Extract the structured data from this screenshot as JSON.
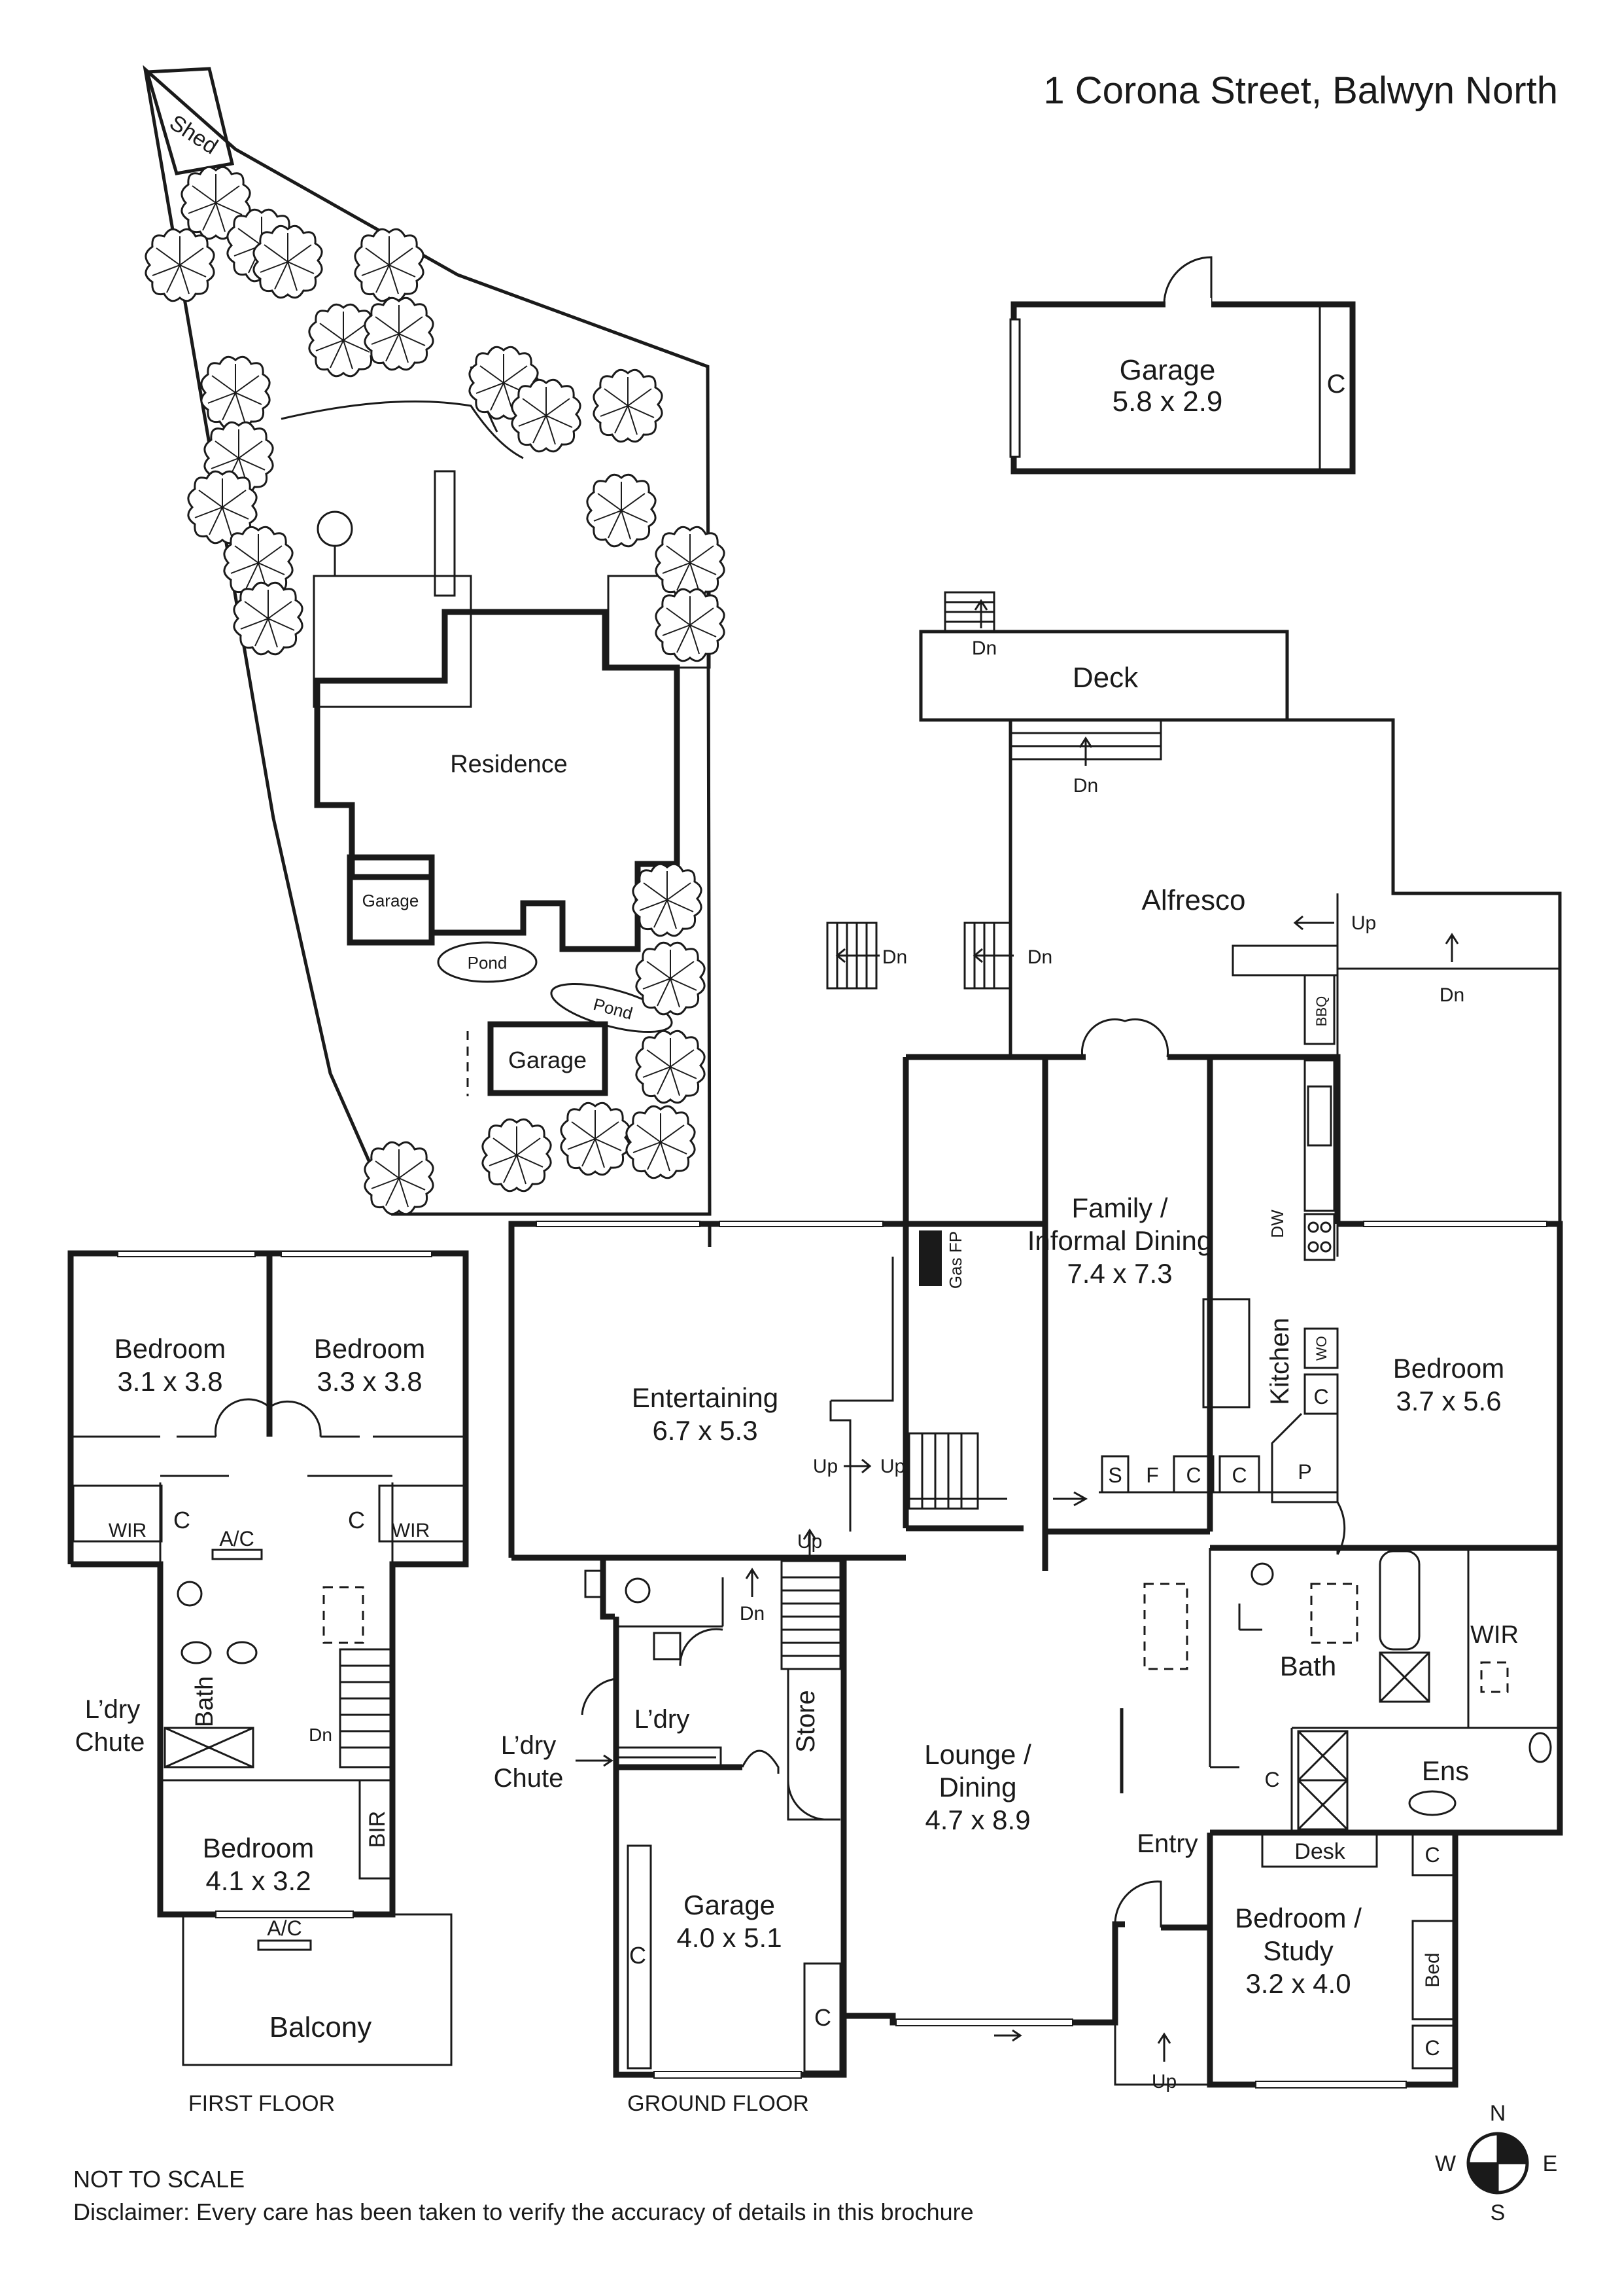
{
  "header": {
    "address": "1 Corona Street, Balwyn North"
  },
  "site_plan": {
    "shed": "Shed",
    "residence": "Residence",
    "garage_small": "Garage",
    "garage_front": "Garage",
    "pond_1": "Pond",
    "pond_2": "Pond"
  },
  "detached_garage": {
    "name": "Garage",
    "size": "5.8 x 2.9",
    "cupboard": "C"
  },
  "first_floor": {
    "caption": "FIRST FLOOR",
    "bedroom_1": {
      "name": "Bedroom",
      "size": "3.1 x 3.8"
    },
    "bedroom_2": {
      "name": "Bedroom",
      "size": "3.3 x 3.8"
    },
    "bedroom_3": {
      "name": "Bedroom",
      "size": "4.1 x 3.2"
    },
    "wir_left": "WIR",
    "wir_right": "WIR",
    "c_left": "C",
    "c_right": "C",
    "ac_top": "A/C",
    "ac_bottom": "A/C",
    "bath": "Bath",
    "bir": "BIR",
    "dn": "Dn",
    "laundry_chute_1": "L’dry",
    "laundry_chute_2": "Chute",
    "balcony": "Balcony"
  },
  "ground_floor": {
    "caption": "GROUND FLOOR",
    "deck": "Deck",
    "alfresco": "Alfresco",
    "bbq": "BBQ",
    "gas_fp": "Gas FP",
    "dw": "DW",
    "wo": "WO",
    "kitchen": "Kitchen",
    "family": {
      "name_1": "Family /",
      "name_2": "Informal Dining",
      "size": "7.4 x 7.3"
    },
    "entertaining": {
      "name": "Entertaining",
      "size": "6.7 x 5.3"
    },
    "bedroom_east": {
      "name": "Bedroom",
      "size": "3.7 x 5.6"
    },
    "lounge": {
      "name_1": "Lounge /",
      "name_2": "Dining",
      "size": "4.7 x 8.9"
    },
    "garage": {
      "name": "Garage",
      "size": "4.0 x 5.1"
    },
    "study": {
      "name_1": "Bedroom /",
      "name_2": "Study",
      "size": "3.2 x 4.0"
    },
    "laundry": "L’dry",
    "laundry_chute_1": "L’dry",
    "laundry_chute_2": "Chute",
    "store": "Store",
    "bath": "Bath",
    "wir": "WIR",
    "ens": "Ens",
    "entry": "Entry",
    "desk": "Desk",
    "bed": "Bed",
    "s": "S",
    "f": "F",
    "c": "C",
    "p": "P",
    "up": "Up",
    "dn": "Dn"
  },
  "compass": {
    "n": "N",
    "s": "S",
    "e": "E",
    "w": "W"
  },
  "footer": {
    "not_to_scale": "NOT TO SCALE",
    "disclaimer": "Disclaimer: Every care has been taken to verify the accuracy of details in this brochure"
  }
}
